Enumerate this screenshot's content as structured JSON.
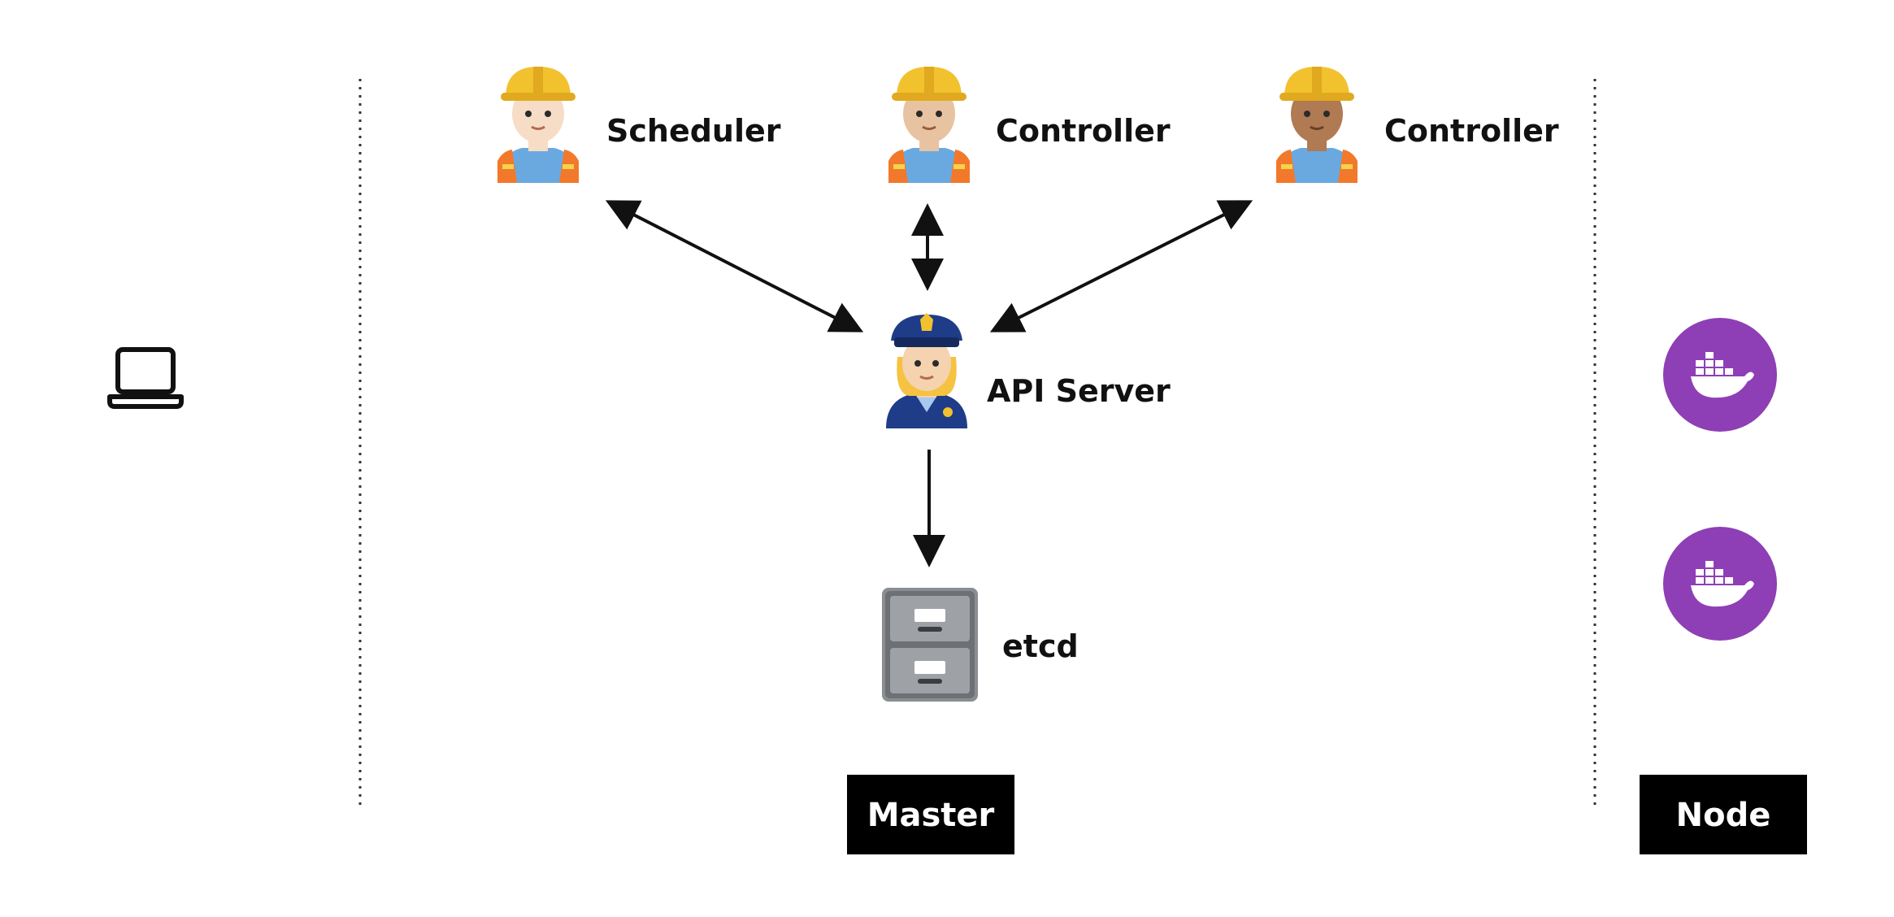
{
  "labels": {
    "scheduler": "Scheduler",
    "controller_1": "Controller",
    "controller_2": "Controller",
    "api_server": "API Server",
    "etcd": "etcd",
    "master": "Master",
    "node": "Node"
  },
  "icons": {
    "client": "laptop-icon",
    "scheduler": "construction-worker-icon",
    "controller_1": "construction-worker-icon",
    "controller_2": "construction-worker-icon",
    "api_server": "police-officer-icon",
    "etcd": "file-cabinet-icon",
    "node_1": "docker-whale-icon",
    "node_2": "docker-whale-icon"
  },
  "colors": {
    "docker_circle": "#8e3fb5",
    "label_box": "#000000",
    "hardhat": "#f2c12e",
    "vest": "#f2792b",
    "police_uniform": "#1f3c88"
  }
}
